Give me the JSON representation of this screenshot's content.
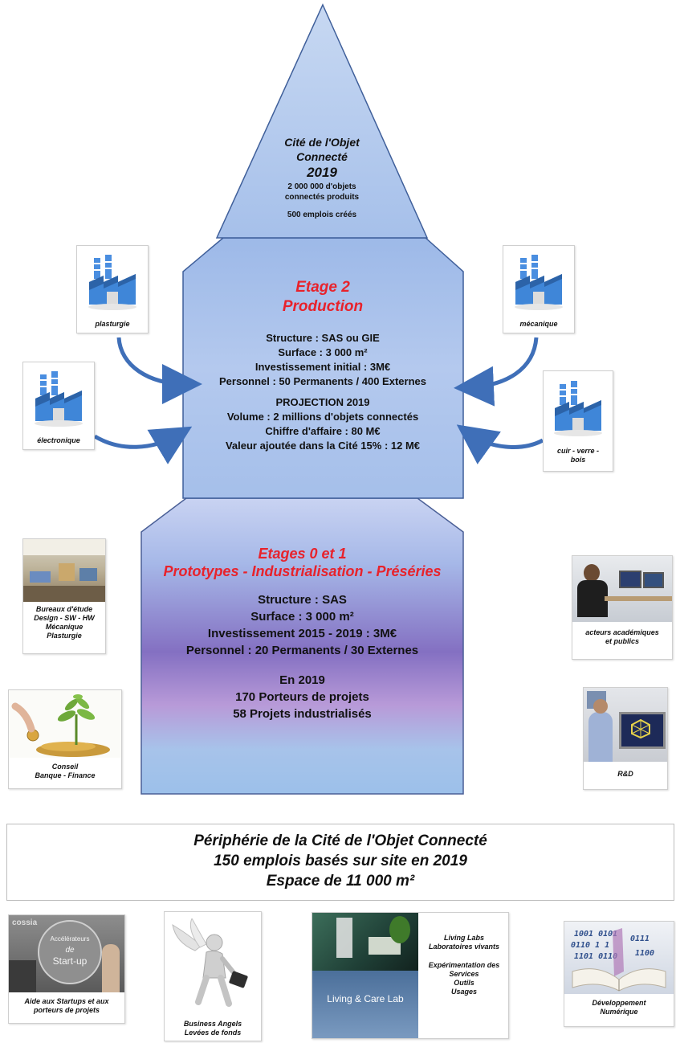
{
  "top": {
    "title1": "Cité de l'Objet",
    "title2": "Connecté",
    "year": "2019",
    "line1": "2 000 000 d'objets",
    "line2": "connectés  produits",
    "line3": "500 emplois créés"
  },
  "etage2": {
    "title1": "Etage 2",
    "title2": "Production",
    "lines": [
      "Structure : SAS ou GIE",
      "Surface : 3 000 m²",
      "Investissement initial : 3M€",
      "Personnel : 50 Permanents / 400 Externes"
    ],
    "projection_title": "PROJECTION 2019",
    "projection": [
      "Volume : 2 millions d'objets connectés",
      "Chiffre d'affaire : 80 M€",
      "Valeur ajoutée dans la Cité 15% : 12 M€"
    ]
  },
  "etage01": {
    "title1": "Etages 0 et 1",
    "title2": "Prototypes - Industrialisation - Préséries",
    "lines": [
      "Structure : SAS",
      "Surface : 3 000 m²",
      "Investissement 2015 - 2019 : 3M€",
      "Personnel : 20 Permanents / 30 Externes"
    ],
    "year_title": "En 2019",
    "year_lines": [
      "170 Porteurs de projets",
      "58 Projets industrialisés"
    ]
  },
  "cards": {
    "plasturgie": "plasturgie",
    "mecanique": "mécanique",
    "electronique": "électronique",
    "cuir": [
      "cuir - verre -",
      "bois"
    ],
    "bureaux": [
      "Bureaux d'étude",
      "Design - SW - HW",
      "Mécanique",
      "Plasturgie"
    ],
    "conseil": [
      "Conseil",
      "Banque - Finance"
    ],
    "acteurs": [
      "acteurs académiques",
      "et publics"
    ],
    "rd": "R&D"
  },
  "periphery": {
    "line1": "Périphérie de la Cité de l'Objet Connecté",
    "line2": "150 emplois basés sur site en 2019",
    "line3": "Espace de 11 000 m²"
  },
  "bottom": {
    "startup_logo": "cossia",
    "startup_badge": [
      "Accélérateurs",
      "de",
      "Start-up"
    ],
    "startup_caption": [
      "Aide aux Startups et aux",
      "porteurs de projets"
    ],
    "angels_caption": [
      "Business Angels",
      "Levées de fonds"
    ],
    "living_photo_text": "Living & Care Lab",
    "living_side": [
      "Living Labs",
      "Laboratoires vivants",
      "Expérimentation des",
      "Services",
      "Outils",
      "Usages"
    ],
    "dev_caption": [
      "Développement",
      "Numérique"
    ]
  },
  "colors": {
    "tower_blue": "#a9c3ea",
    "tower_stroke": "#3f5f9a",
    "accent_red": "#e8222b",
    "purple": "#8a78c6",
    "factory_blue": "#3f86d8"
  }
}
